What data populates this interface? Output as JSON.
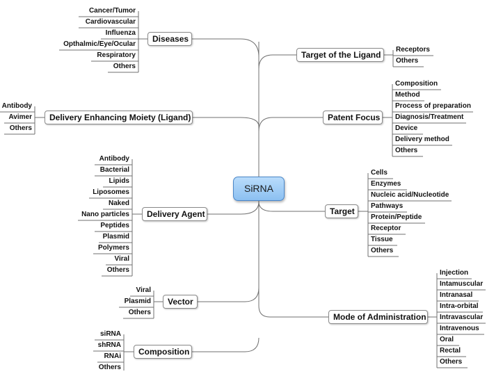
{
  "root": {
    "label": "SiRNA"
  },
  "diseases": {
    "label": "Diseases",
    "items": [
      "Cancer/Tumor",
      "Cardiovascular",
      "Influenza",
      "Opthalmic/Eye/Ocular",
      "Respiratory",
      "Others"
    ]
  },
  "ligand": {
    "label": "Delivery Enhancing Moiety (Ligand)",
    "items": [
      "Antibody",
      "Avimer",
      "Others"
    ]
  },
  "delivery_agent": {
    "label": "Delivery Agent",
    "items": [
      "Antibody",
      "Bacterial",
      "Lipids",
      "Liposomes",
      "Naked",
      "Nano particles",
      "Peptides",
      "Plasmid",
      "Polymers",
      "Viral",
      "Others"
    ]
  },
  "vector": {
    "label": "Vector",
    "items": [
      "Viral",
      "Plasmid",
      "Others"
    ]
  },
  "composition": {
    "label": "Composition",
    "items": [
      "siRNA",
      "shRNA",
      "RNAi",
      "Others"
    ]
  },
  "target_ligand": {
    "label": "Target of the Ligand",
    "items": [
      "Receptors",
      "Others"
    ]
  },
  "patent_focus": {
    "label": "Patent Focus",
    "items": [
      "Composition",
      "Method",
      "Process of preparation",
      "Diagnosis/Treatment",
      "Device",
      "Delivery method",
      "Others"
    ]
  },
  "target": {
    "label": "Target",
    "items": [
      "Cells",
      "Enzymes",
      "Nucleic acid/Nucleotide",
      "Pathways",
      "Protein/Peptide",
      "Receptor",
      "Tissue",
      "Others"
    ]
  },
  "administration": {
    "label": "Mode of Administration",
    "items": [
      "Injection",
      "Intamuscular",
      "Intranasal",
      "Intra-orbital",
      "Intravascular",
      "Intravenous",
      "Oral",
      "Rectal",
      "Others"
    ]
  }
}
